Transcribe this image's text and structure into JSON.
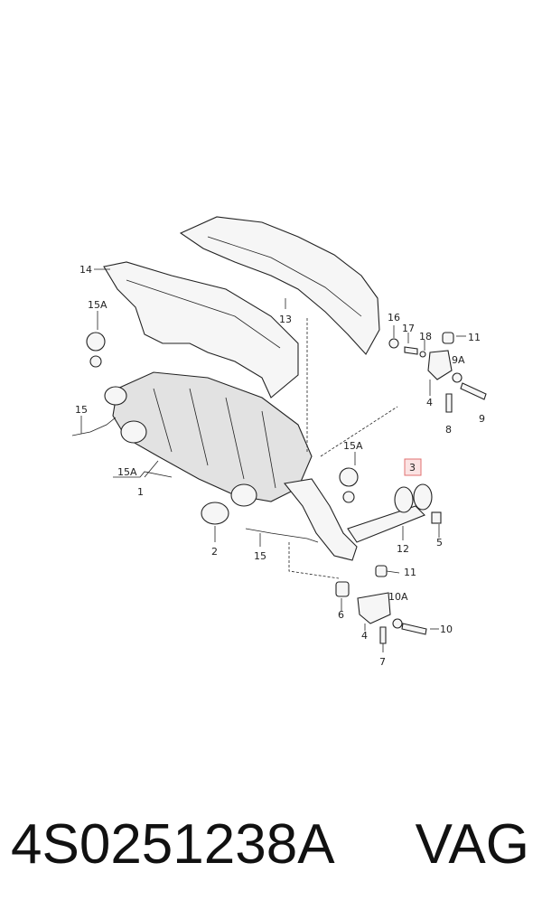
{
  "callouts": {
    "c14": "14",
    "c13": "13",
    "c15a_top": "15A",
    "c15_left": "15",
    "c15a_bracket": "15A",
    "c1": "1",
    "c2": "2",
    "c15_mid": "15",
    "c15a_mid": "15A",
    "c3": "3",
    "c12": "12",
    "c5": "5",
    "c16": "16",
    "c17": "17",
    "c18": "18",
    "c11_top": "11",
    "c9a": "9A",
    "c4_top": "4",
    "c8": "8",
    "c9": "9",
    "c11_bot": "11",
    "c10a": "10A",
    "c6": "6",
    "c4_bot": "4",
    "c10": "10",
    "c7": "7"
  },
  "highlight": {
    "color": "#e07070",
    "fill": "#fbe3e3"
  },
  "footer": {
    "part_number": "4S0251238A",
    "brand": "VAG"
  }
}
